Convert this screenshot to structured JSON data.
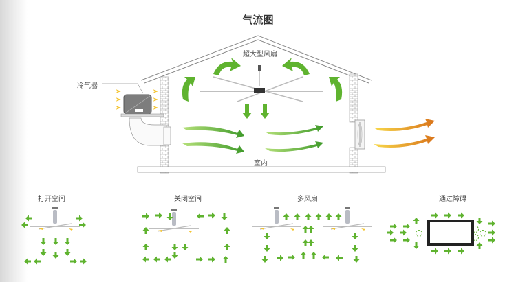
{
  "title": "气流图",
  "labels": {
    "big_fan": "超大型风扇",
    "cooler": "冷气器",
    "indoor": "室内"
  },
  "scenarios": [
    {
      "label": "打开空间"
    },
    {
      "label": "关闭空间"
    },
    {
      "label": "多风扇"
    },
    {
      "label": "通过障碍"
    }
  ],
  "colors": {
    "green": "#6abf3a",
    "dark_green": "#3f9a2a",
    "orange": "#e08a1e",
    "yellow": "#f4c430",
    "line": "#999999"
  }
}
